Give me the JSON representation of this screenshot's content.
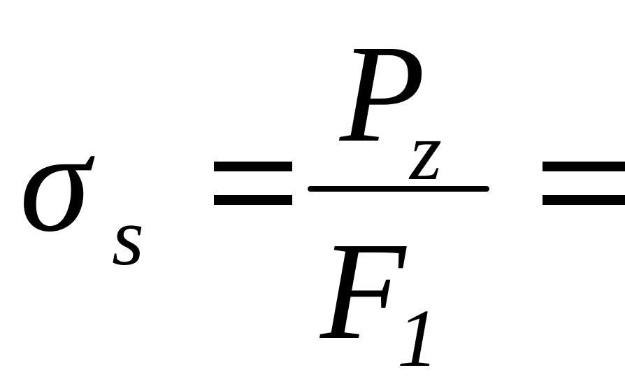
{
  "formula": {
    "lhs": {
      "symbol": "σ",
      "subscript": "s"
    },
    "equals": "=",
    "fraction": {
      "numerator": {
        "symbol": "P",
        "subscript": "z"
      },
      "denominator": {
        "symbol": "F",
        "subscript": "1"
      }
    },
    "trailing_equals": "="
  }
}
